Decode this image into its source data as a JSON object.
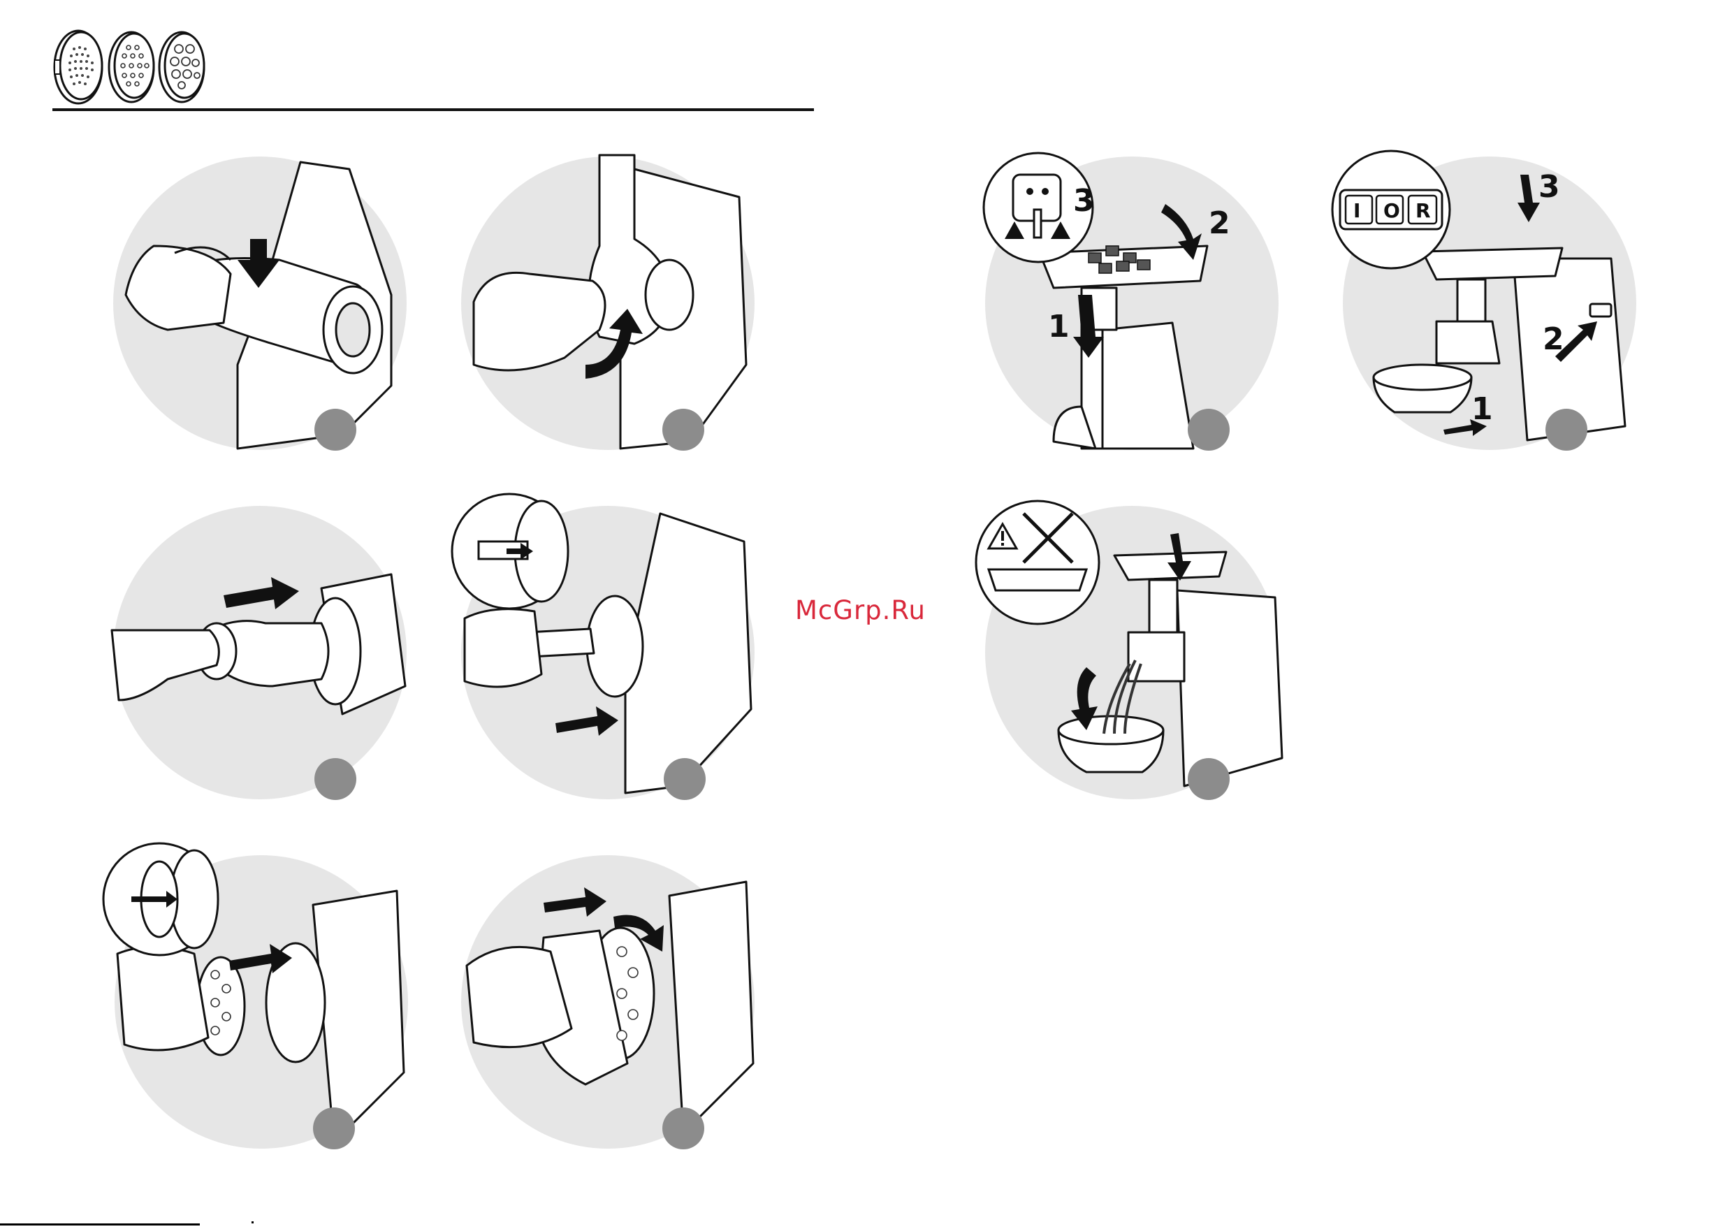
{
  "watermark": "McGrp.Ru",
  "panel_c": {
    "step_1": "1",
    "step_2": "2",
    "step_3": "3"
  },
  "panel_d": {
    "step_1": "1",
    "step_2": "2",
    "step_3": "3",
    "switch_on": "I",
    "switch_off": "O",
    "switch_reverse": "R"
  },
  "colors": {
    "circle_bg": "#e6e6e6",
    "badge": "#8c8c8c",
    "watermark": "#d9283b",
    "line": "#111111"
  },
  "icons": [
    "fine-disc-icon",
    "medium-disc-icon",
    "coarse-disc-icon"
  ]
}
